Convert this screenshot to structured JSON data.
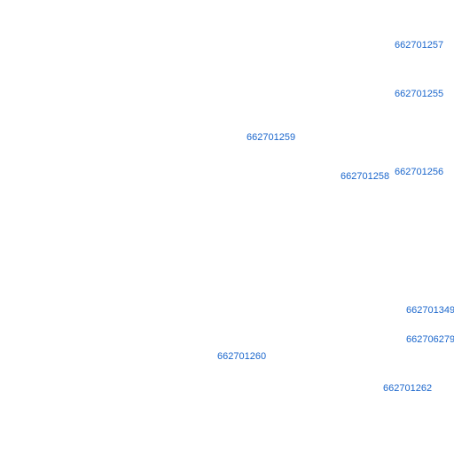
{
  "map": {
    "label_color": "#1a66cc",
    "background_color": "#ffffff",
    "parcel_labels": [
      {
        "id": "662701257"
      },
      {
        "id": "662701255"
      },
      {
        "id": "662701259"
      },
      {
        "id": "662701258"
      },
      {
        "id": "662701256"
      },
      {
        "id": "662701349"
      },
      {
        "id": "662706279"
      },
      {
        "id": "662701260"
      },
      {
        "id": "662701262"
      }
    ]
  }
}
